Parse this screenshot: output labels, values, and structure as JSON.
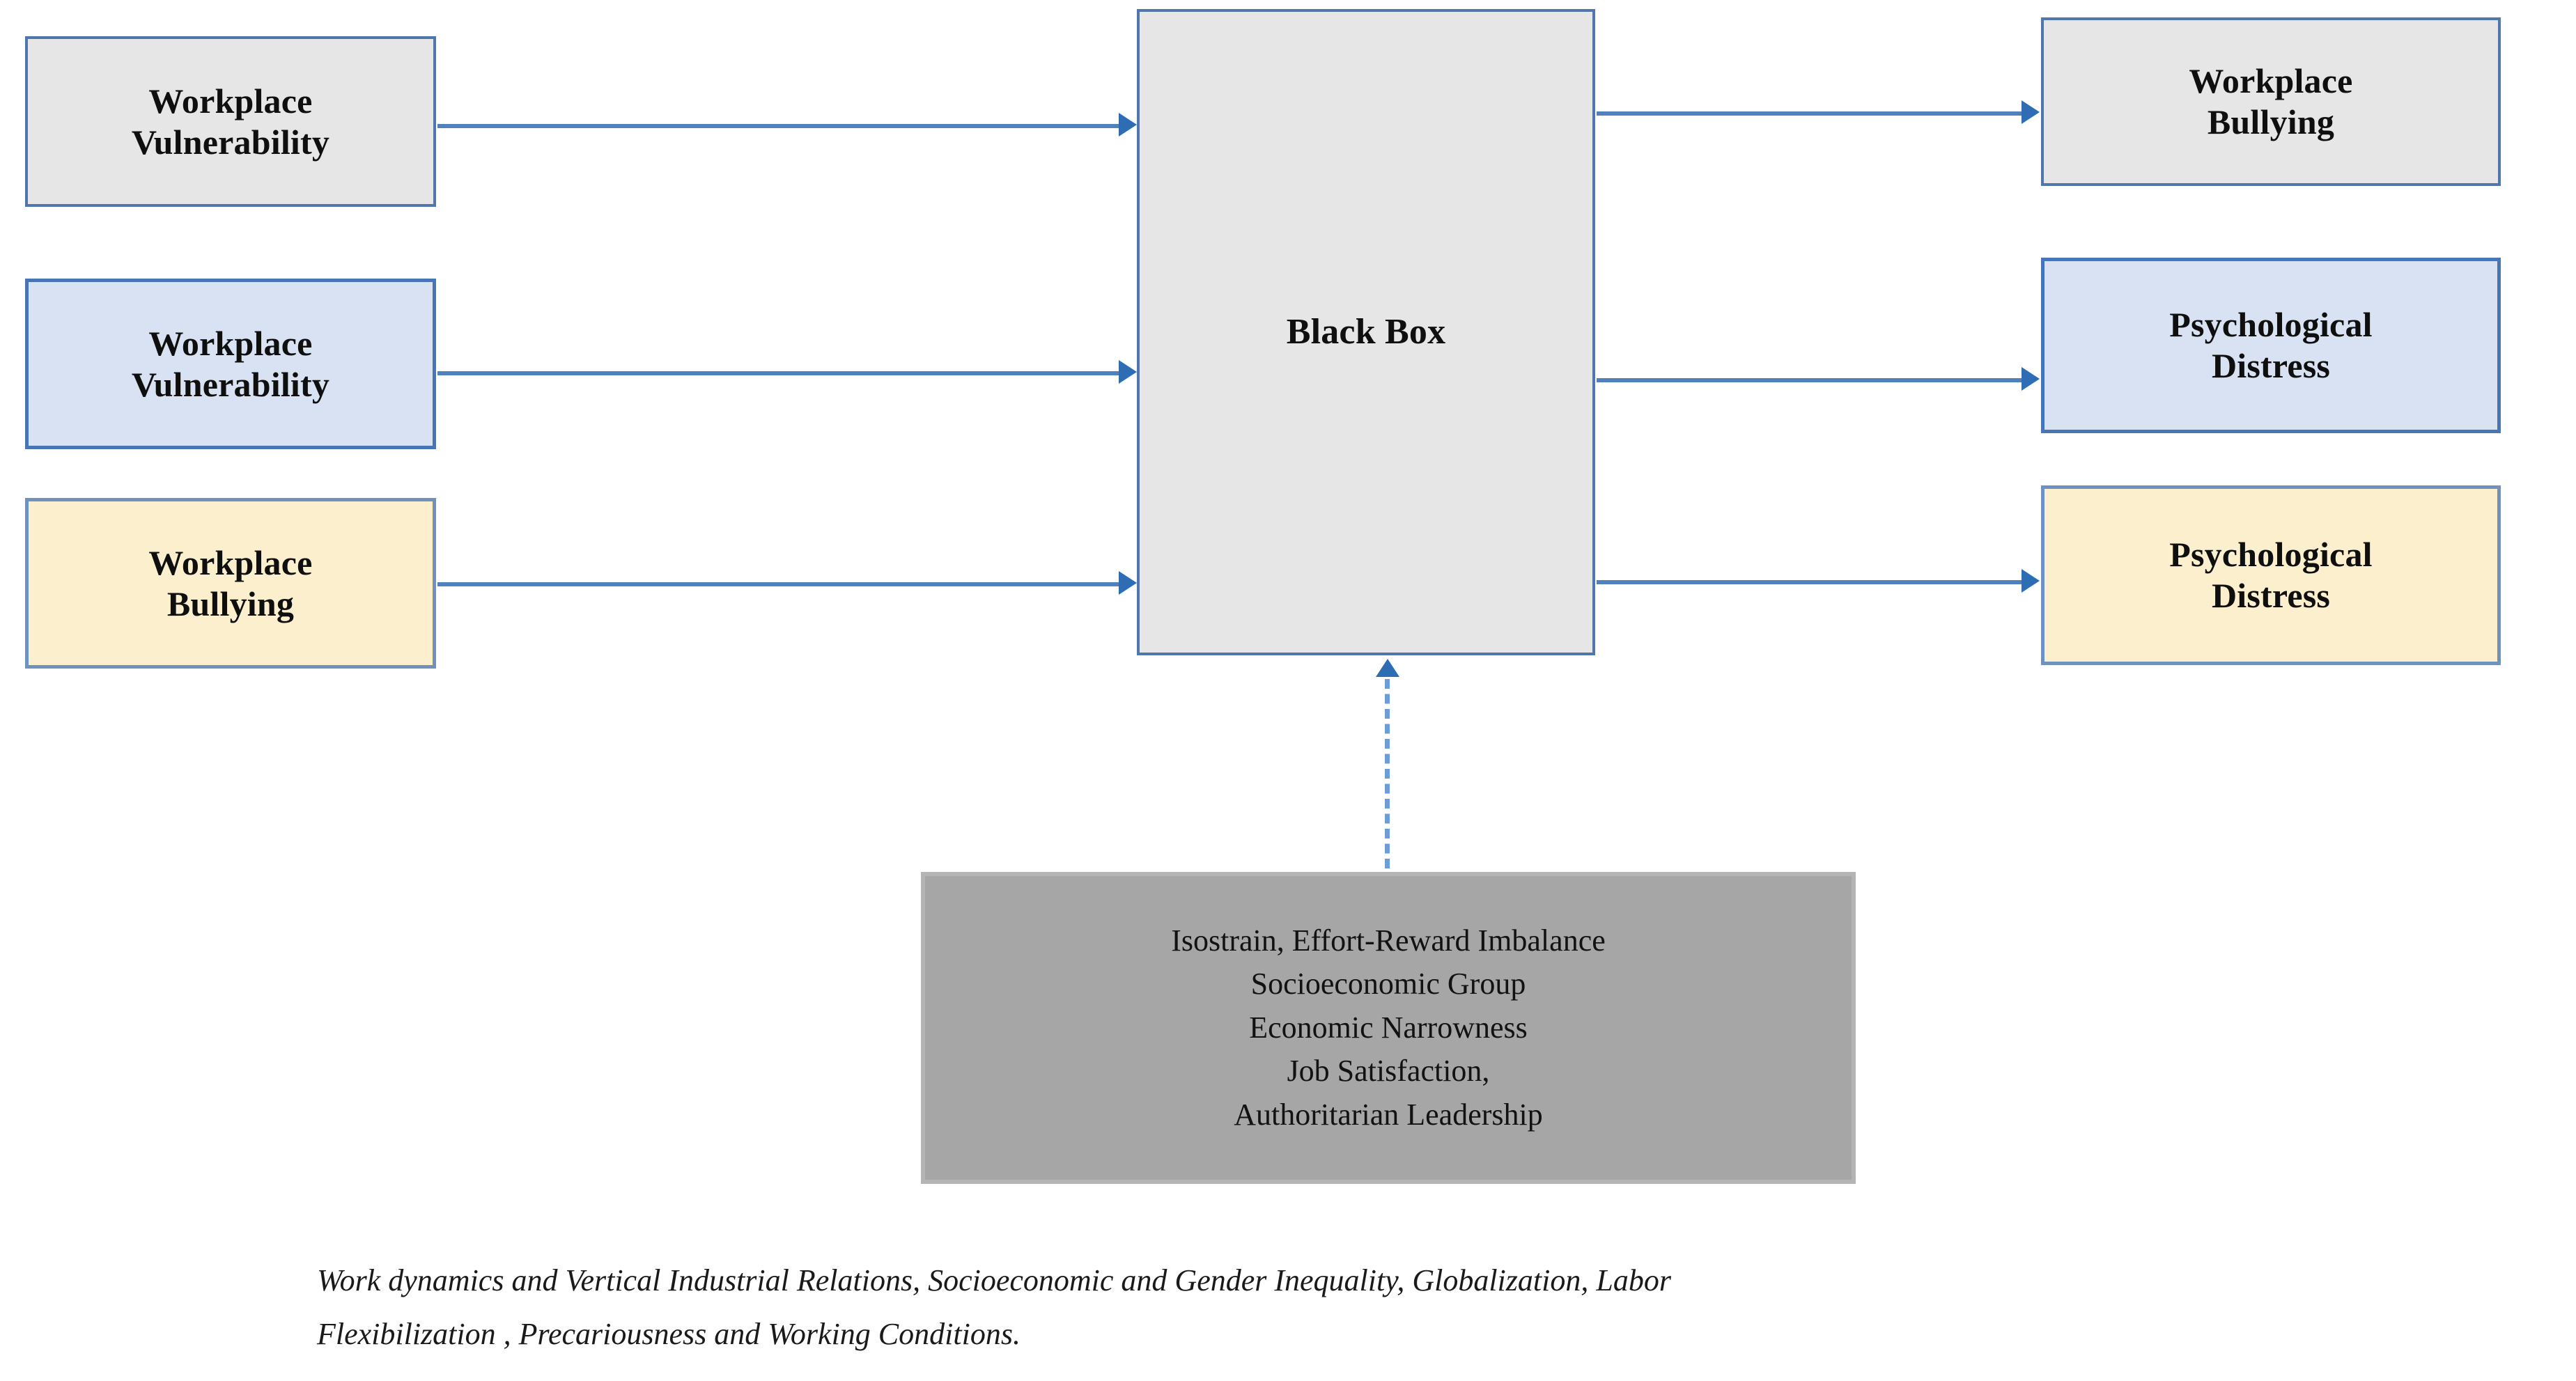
{
  "diagram": {
    "colors": {
      "gray_fill": "#E7E6E6",
      "blue_fill": "#D9E2F2",
      "cream_fill": "#FCEFCD",
      "moderator_fill": "#A6A6A6",
      "arrow": "#4F81BD",
      "arrow_head": "#2E6DB4",
      "border_blue": "#4775B6"
    },
    "inputs": [
      {
        "id": "workplace-vulnerability-gray",
        "label": "Workplace\nVulnerability",
        "fill": "gray"
      },
      {
        "id": "workplace-vulnerability-blue",
        "label": "Workplace\nVulnerability",
        "fill": "blue"
      },
      {
        "id": "workplace-bullying-cream",
        "label": "Workplace\nBullying",
        "fill": "cream"
      }
    ],
    "mediator": {
      "id": "black-box",
      "label": "Black Box",
      "fill": "gray"
    },
    "outputs": [
      {
        "id": "workplace-bullying-gray",
        "label": "Workplace\nBullying",
        "fill": "gray"
      },
      {
        "id": "psychological-distress-blue",
        "label": "Psychological\nDistress",
        "fill": "blue"
      },
      {
        "id": "psychological-distress-cream",
        "label": "Psychological\nDistress",
        "fill": "cream"
      }
    ],
    "moderators": {
      "id": "moderators-box",
      "lines": [
        "Isostrain,  Effort-Reward  Imbalance",
        "Socioeconomic  Group",
        "Economic  Narrowness",
        "Job Satisfaction,",
        "Authoritarian  Leadership"
      ],
      "text": "Isostrain,  Effort-Reward  Imbalance\nSocioeconomic  Group\nEconomic  Narrowness\nJob Satisfaction,\nAuthoritarian  Leadership"
    },
    "caption": {
      "line1": "Work dynamics and Vertical Industrial Relations, Socioeconomic and Gender Inequality, Globalization, Labor",
      "line2": "Flexibilization , Precariousness and Working Conditions.",
      "text": "Work dynamics and Vertical Industrial Relations, Socioeconomic and Gender Inequality, Globalization, Labor\nFlexibilization , Precariousness and Working Conditions."
    },
    "connectors": [
      {
        "id": "input1-to-blackbox",
        "type": "solid-arrow-right"
      },
      {
        "id": "input2-to-blackbox",
        "type": "solid-arrow-right"
      },
      {
        "id": "input3-to-blackbox",
        "type": "solid-arrow-right"
      },
      {
        "id": "blackbox-to-output1",
        "type": "solid-arrow-right"
      },
      {
        "id": "blackbox-to-output2",
        "type": "solid-arrow-right"
      },
      {
        "id": "blackbox-to-output3",
        "type": "solid-arrow-right"
      },
      {
        "id": "moderators-to-blackbox",
        "type": "dashed-arrow-up"
      }
    ]
  }
}
